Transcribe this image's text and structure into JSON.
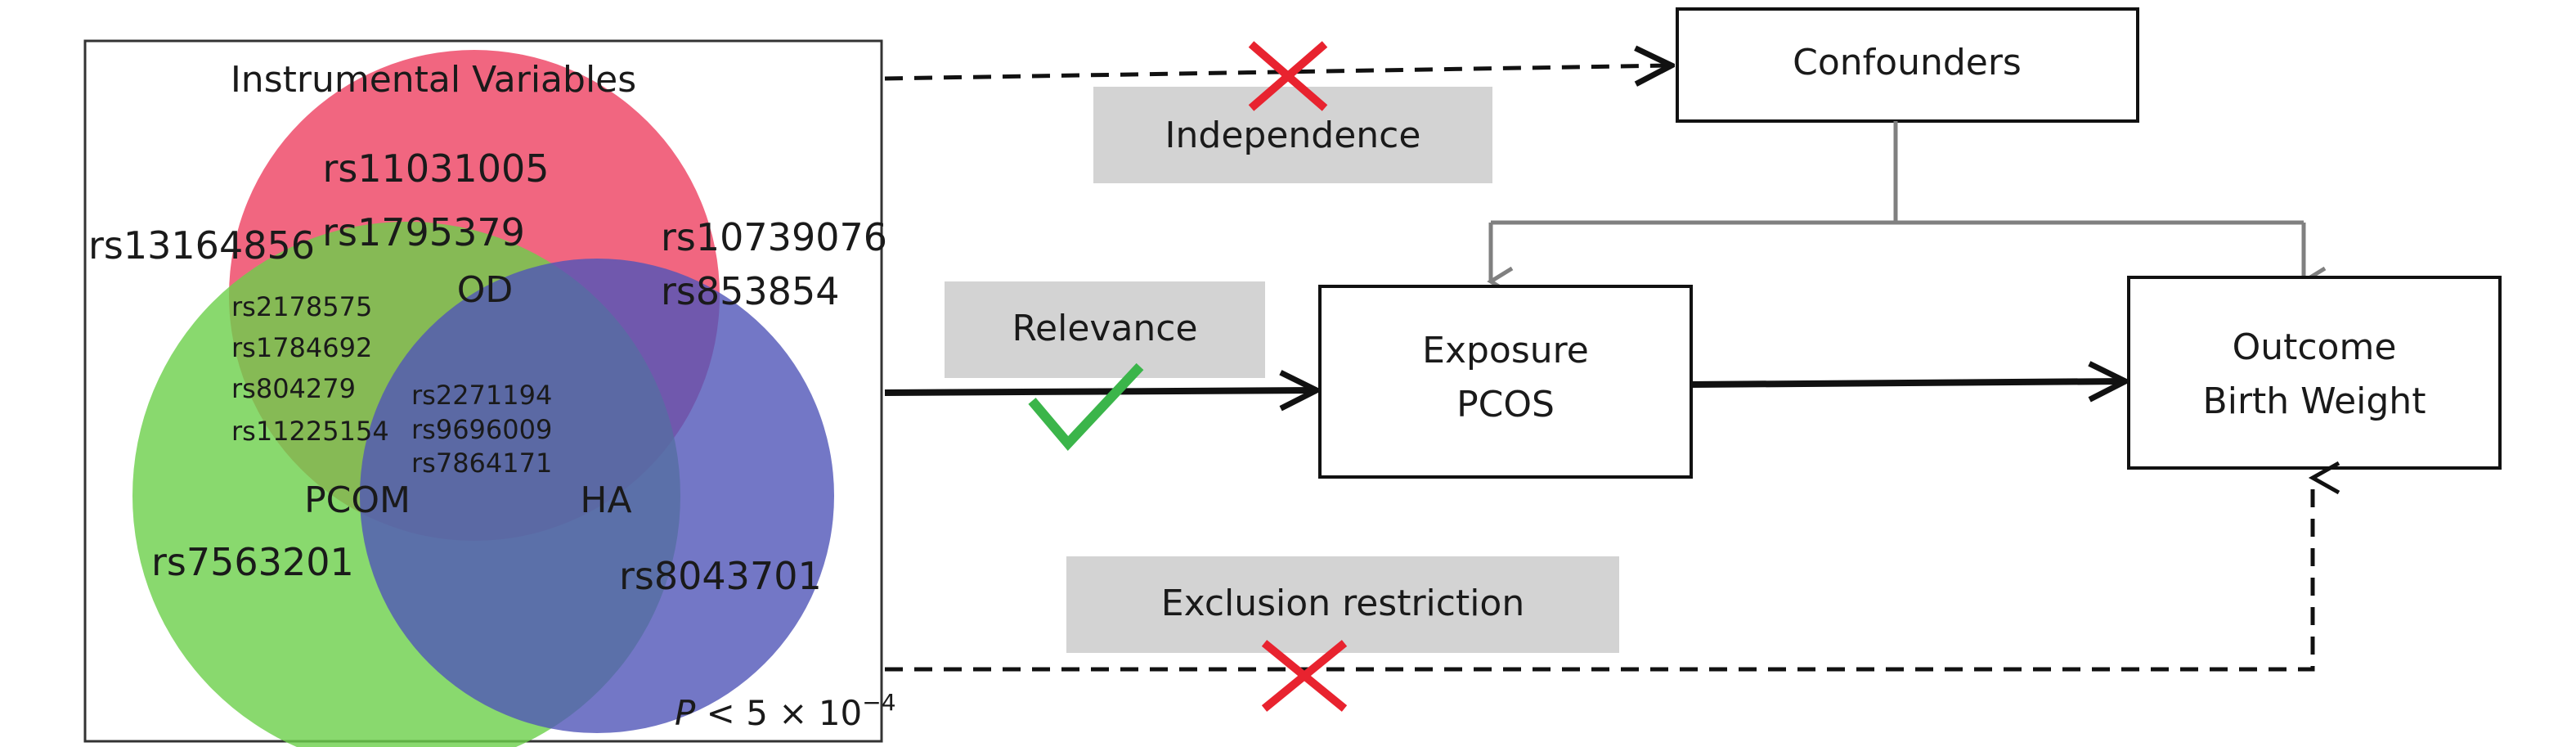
{
  "venn": {
    "title": "Instrumental Variables",
    "sets": {
      "od": {
        "label": "OD",
        "color": "#ee4060"
      },
      "pcom": {
        "label": "PCOM",
        "color": "#6ccf4a"
      },
      "ha": {
        "label": "HA",
        "color": "#5055b8"
      }
    },
    "outside_snps": [
      "rs13164856",
      "rs10739076",
      "rs853854"
    ],
    "od_only_snps": [
      "rs11031005",
      "rs1795379"
    ],
    "od_pcom_snps": [
      "rs2178575",
      "rs1784692",
      "rs804279",
      "rs11225154"
    ],
    "center_snps": [
      "rs2271194",
      "rs9696009",
      "rs7864171"
    ],
    "pcom_only_snps": [
      "rs7563201"
    ],
    "ha_only_snps": [
      "rs8043701"
    ],
    "threshold": {
      "p": "P",
      "rest": " < 5 × 10",
      "exp": "−4"
    }
  },
  "nodes": {
    "confounders": "Confounders",
    "exposure": [
      "Exposure",
      "PCOS"
    ],
    "outcome": [
      "Outcome",
      "Birth Weight"
    ]
  },
  "assumptions": {
    "independence": {
      "label": "Independence",
      "status": "violated",
      "mark": "cross"
    },
    "relevance": {
      "label": "Relevance",
      "status": "satisfied",
      "mark": "check"
    },
    "exclusion": {
      "label": "Exclusion restriction",
      "status": "violated",
      "mark": "cross"
    }
  },
  "colors": {
    "cross": "#e8232f",
    "check": "#3bb54a",
    "tag_bg": "#d3d3d3",
    "confounder_line": "#808080",
    "main_line": "#111111"
  }
}
